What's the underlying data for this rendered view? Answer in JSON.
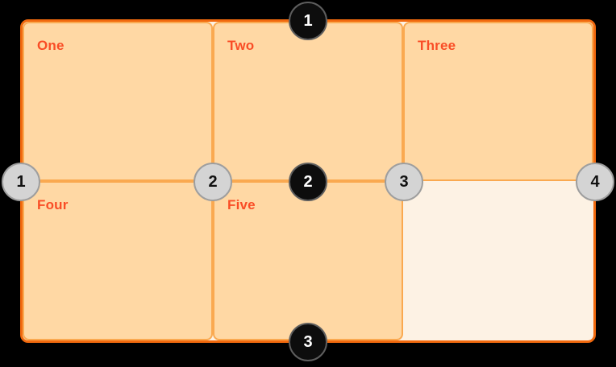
{
  "grid": {
    "cells": [
      {
        "label": "One"
      },
      {
        "label": "Two"
      },
      {
        "label": "Three"
      },
      {
        "label": "Four"
      },
      {
        "label": "Five"
      },
      {
        "label": ""
      }
    ]
  },
  "row_line_badges": [
    {
      "label": "1"
    },
    {
      "label": "2"
    },
    {
      "label": "3"
    }
  ],
  "column_line_badges": [
    {
      "label": "1"
    },
    {
      "label": "2"
    },
    {
      "label": "3"
    },
    {
      "label": "4"
    }
  ],
  "colors": {
    "page_background": "#000000",
    "container_border": "#F1690E",
    "container_background": "#FDF2E4",
    "cell_background": "#FFD8A4",
    "cell_border": "#FAA950",
    "label_text": "#F94D26",
    "row_badge_background": "#0D0D0D",
    "row_badge_border": "#5E5E5E",
    "row_badge_text": "#FFFFFF",
    "column_badge_background": "#D4D4D4",
    "column_badge_border": "#9E9E9E",
    "column_badge_text": "#111111"
  }
}
